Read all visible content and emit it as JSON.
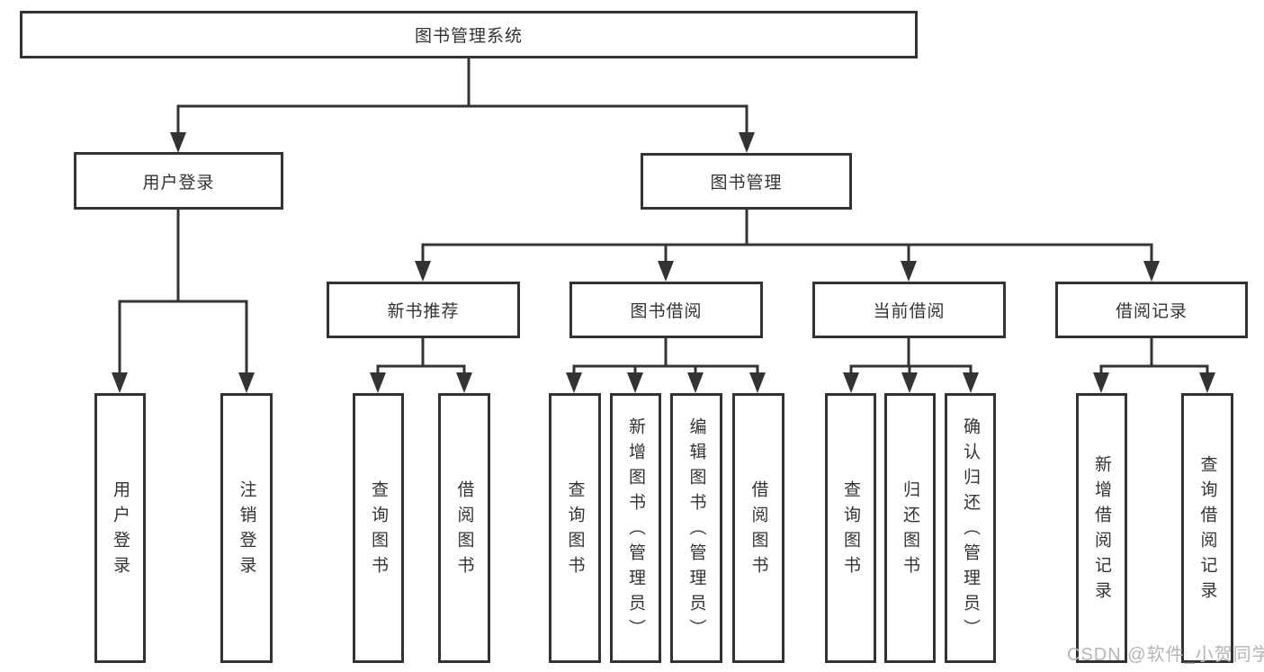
{
  "diagram": {
    "title": "图书管理系统",
    "tree": {
      "root": {
        "label": "图书管理系统"
      },
      "branches": [
        {
          "label": "用户登录",
          "children": [
            {
              "label": "用户登录"
            },
            {
              "label": "注销登录"
            }
          ]
        },
        {
          "label": "图书管理",
          "children": [
            {
              "label": "新书推荐",
              "children": [
                {
                  "label": "查询图书"
                },
                {
                  "label": "借阅图书"
                }
              ]
            },
            {
              "label": "图书借阅",
              "children": [
                {
                  "label": "查询图书"
                },
                {
                  "label": "新增图书（管理员）"
                },
                {
                  "label": "编辑图书（管理员）"
                },
                {
                  "label": "借阅图书"
                }
              ]
            },
            {
              "label": "当前借阅",
              "children": [
                {
                  "label": "查询图书"
                },
                {
                  "label": "归还图书"
                },
                {
                  "label": "确认归还（管理员）"
                }
              ]
            },
            {
              "label": "借阅记录",
              "children": [
                {
                  "label": "新增借阅记录"
                },
                {
                  "label": "查询借阅记录"
                }
              ]
            }
          ]
        }
      ]
    },
    "colors": {
      "line": "#333333",
      "text": "#333333",
      "background": "#ffffff",
      "watermark": "#b5b5b5"
    }
  },
  "watermark": {
    "text": "CSDN @软件_小贺同学"
  }
}
